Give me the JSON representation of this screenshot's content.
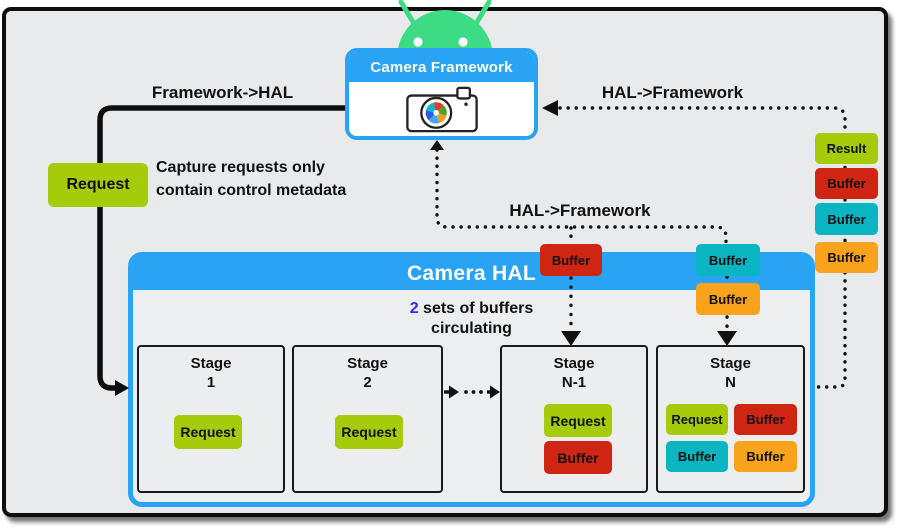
{
  "colors": {
    "chartreuse": "#a5cb0b",
    "red": "#cf2613",
    "teal": "#0ab5c2",
    "orange": "#f9a21c",
    "blue": "#29a4f5",
    "robot_green": "#3ddc84",
    "accent_blue": "#2b2bf0",
    "ink": "#111111",
    "card_bg": "#e9eaec"
  },
  "framework": {
    "title": "Camera Framework"
  },
  "hal": {
    "title": "Camera HAL",
    "note_accent": "2",
    "note_rest": " sets of buffers",
    "note_line2": "circulating",
    "note_accent_color": "#2b2bf0"
  },
  "arrows": {
    "framework_to_hal": "Framework->HAL",
    "hal_to_framework_top": "HAL->Framework",
    "hal_to_framework_mid": "HAL->Framework"
  },
  "request_callout": {
    "label": "Request",
    "note_line1": "Capture requests only",
    "note_line2": "contain control metadata"
  },
  "return_column": {
    "items": [
      {
        "label": "Result",
        "color": "chartreuse"
      },
      {
        "label": "Buffer",
        "color": "red"
      },
      {
        "label": "Buffer",
        "color": "teal"
      },
      {
        "label": "Buffer",
        "color": "orange"
      }
    ]
  },
  "inflight_buffers": {
    "items": [
      {
        "label": "Buffer",
        "color": "red"
      },
      {
        "label": "Buffer",
        "color": "teal"
      },
      {
        "label": "Buffer",
        "color": "orange"
      }
    ]
  },
  "stages": [
    {
      "name": "Stage",
      "number": "1",
      "chips": [
        {
          "label": "Request",
          "color": "chartreuse"
        }
      ]
    },
    {
      "name": "Stage",
      "number": "2",
      "chips": [
        {
          "label": "Request",
          "color": "chartreuse"
        }
      ]
    },
    {
      "name": "Stage",
      "number": "N-1",
      "chips": [
        {
          "label": "Request",
          "color": "chartreuse"
        },
        {
          "label": "Buffer",
          "color": "red"
        }
      ]
    },
    {
      "name": "Stage",
      "number": "N",
      "chips": [
        {
          "label": "Request",
          "color": "chartreuse"
        },
        {
          "label": "Buffer",
          "color": "red"
        },
        {
          "label": "Buffer",
          "color": "teal"
        },
        {
          "label": "Buffer",
          "color": "orange"
        }
      ]
    }
  ]
}
